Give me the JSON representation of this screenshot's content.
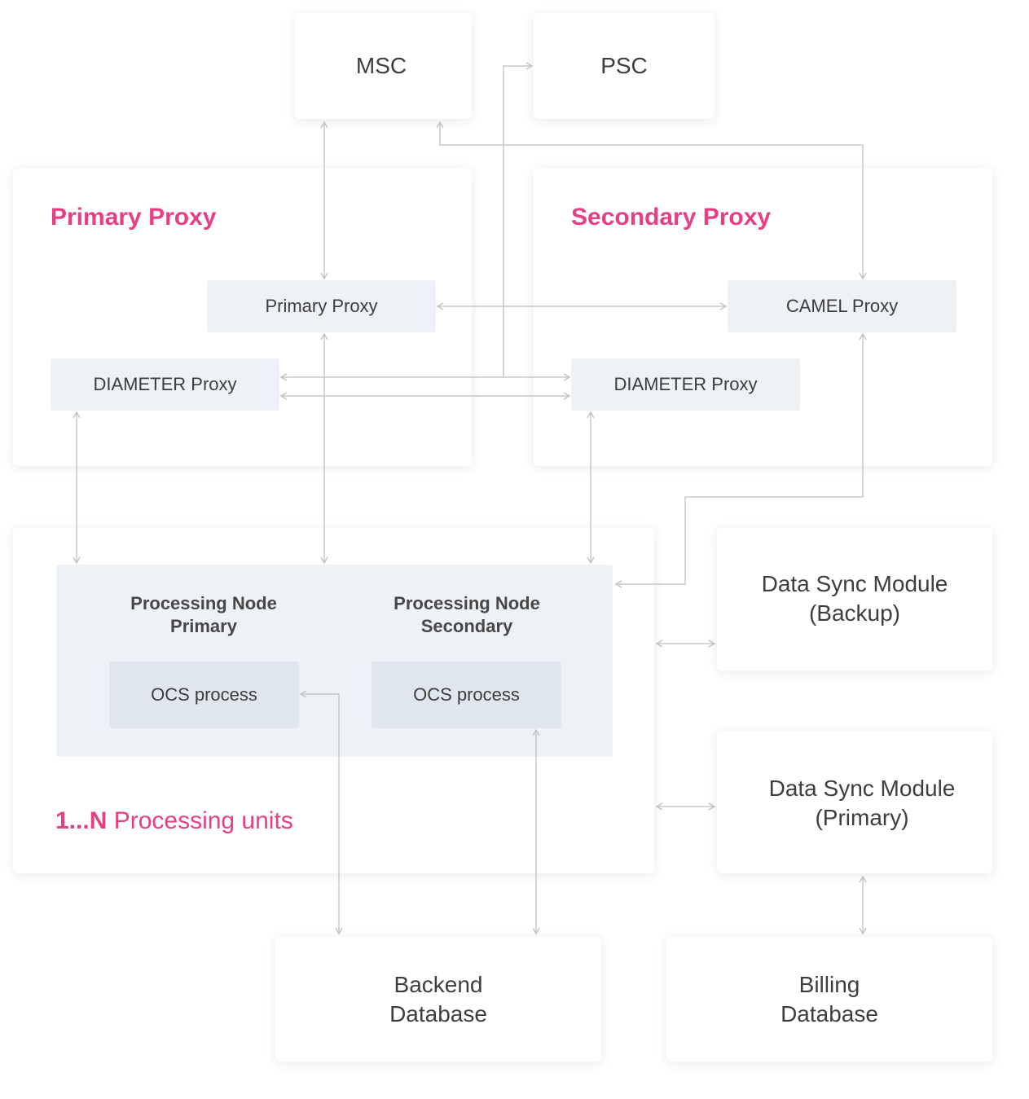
{
  "nodes": {
    "msc": "MSC",
    "psc": "PSC",
    "backend_db": [
      "Backend",
      "Database"
    ],
    "billing_db": [
      "Billing",
      "Database"
    ],
    "data_sync_backup": [
      "Data Sync Module",
      "(Backup)"
    ],
    "data_sync_primary": [
      "Data Sync Module",
      "(Primary)"
    ]
  },
  "primary_section": {
    "label": "Primary Proxy",
    "primary_proxy": "Primary Proxy",
    "diameter_proxy": "DIAMETER Proxy"
  },
  "secondary_section": {
    "label": "Secondary Proxy",
    "camel_proxy": "CAMEL Proxy",
    "diameter_proxy": "DIAMETER Proxy"
  },
  "processing": {
    "node_primary": [
      "Processing Node",
      "Primary"
    ],
    "node_secondary": [
      "Processing Node",
      "Secondary"
    ],
    "ocs_primary": "OCS process",
    "ocs_secondary": "OCS process",
    "units_prefix": "1...N",
    "units_suffix": " Processing units"
  },
  "colors": {
    "accent": "#e73f84",
    "box_fill": "#eef2f6",
    "ocs_fill": "#dfe6ee",
    "line": "#c8c8c8"
  }
}
